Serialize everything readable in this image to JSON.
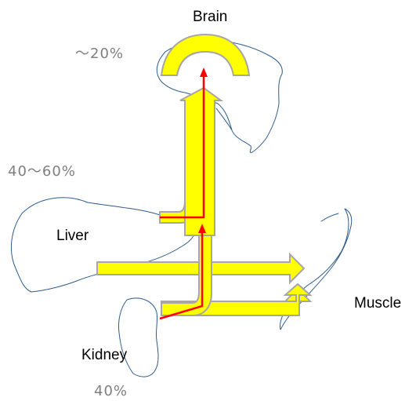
{
  "labels": {
    "brain": "Brain",
    "liver": "Liver",
    "muscle": "Muscle",
    "kidney": "Kidney"
  },
  "percentages": {
    "brain": "～20%",
    "liver": "40～60%",
    "kidney": "40%"
  },
  "colors": {
    "flow_arrow_fill": "#ffff00",
    "flow_arrow_stroke": "#a6a6a6",
    "pathway_line": "#ff0000",
    "organ_outline": "#2e5c8a",
    "percent_text": "#7f7f7f"
  }
}
